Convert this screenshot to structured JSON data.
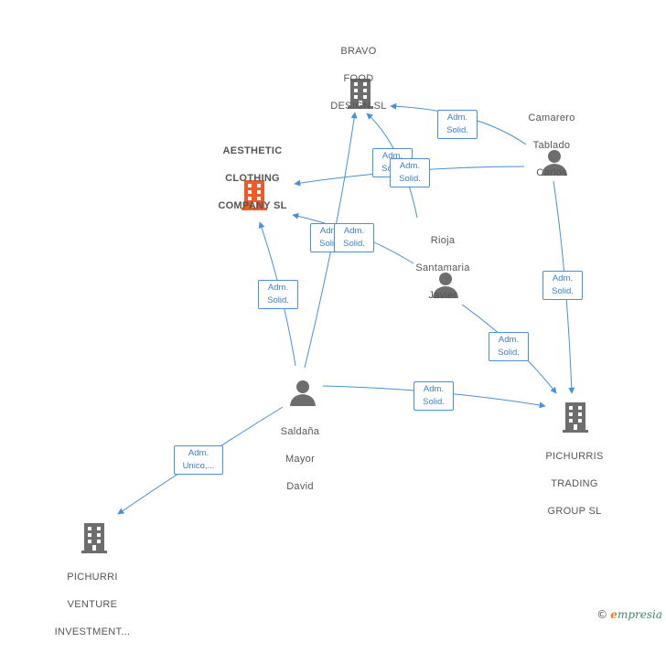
{
  "colors": {
    "edge": "#4a8fd8",
    "building_default": "#6d6d6d",
    "building_highlight": "#f05a28",
    "person": "#6d6d6d"
  },
  "nodes": {
    "bravo": {
      "type": "company",
      "lines": [
        "BRAVO",
        "FOOD",
        "DESIGN  SL"
      ],
      "icon": "building-icon"
    },
    "aesthetic": {
      "type": "company",
      "highlight": true,
      "lines": [
        "AESTHETIC",
        "CLOTHING",
        "COMPANY  SL"
      ],
      "icon": "building-icon"
    },
    "pichurris_trading": {
      "type": "company",
      "lines": [
        "PICHURRIS",
        "TRADING",
        "GROUP  SL"
      ],
      "icon": "building-icon"
    },
    "pichurri_venture": {
      "type": "company",
      "lines": [
        "PICHURRI",
        "VENTURE",
        "INVESTMENT..."
      ],
      "icon": "building-icon"
    },
    "camarero": {
      "type": "person",
      "lines": [
        "Camarero",
        "Tablado",
        "Carlos"
      ],
      "icon": "person-icon"
    },
    "rioja": {
      "type": "person",
      "lines": [
        "Rioja",
        "Santamaria",
        "Javier"
      ],
      "icon": "person-icon"
    },
    "saldana": {
      "type": "person",
      "lines": [
        "Saldaña",
        "Mayor",
        "David"
      ],
      "icon": "person-icon"
    }
  },
  "edge_labels": {
    "e1": [
      "Adm.",
      "Solid."
    ],
    "e2": [
      "Adm.",
      "Solid."
    ],
    "e3": [
      "Adm.",
      "Solid."
    ],
    "e4": [
      "Adm.",
      "Solid."
    ],
    "e5": [
      "Adm.",
      "Solid."
    ],
    "e6": [
      "Adm.",
      "Solid."
    ],
    "e7": [
      "Adm.",
      "Solid."
    ],
    "e8": [
      "Adm.",
      "Solid."
    ],
    "e9": [
      "Adm.",
      "Solid."
    ],
    "e10": [
      "Adm.",
      "Unico,..."
    ]
  },
  "footer": {
    "copyright": "©",
    "brand_initial": "e",
    "brand_rest": "mpresia"
  }
}
